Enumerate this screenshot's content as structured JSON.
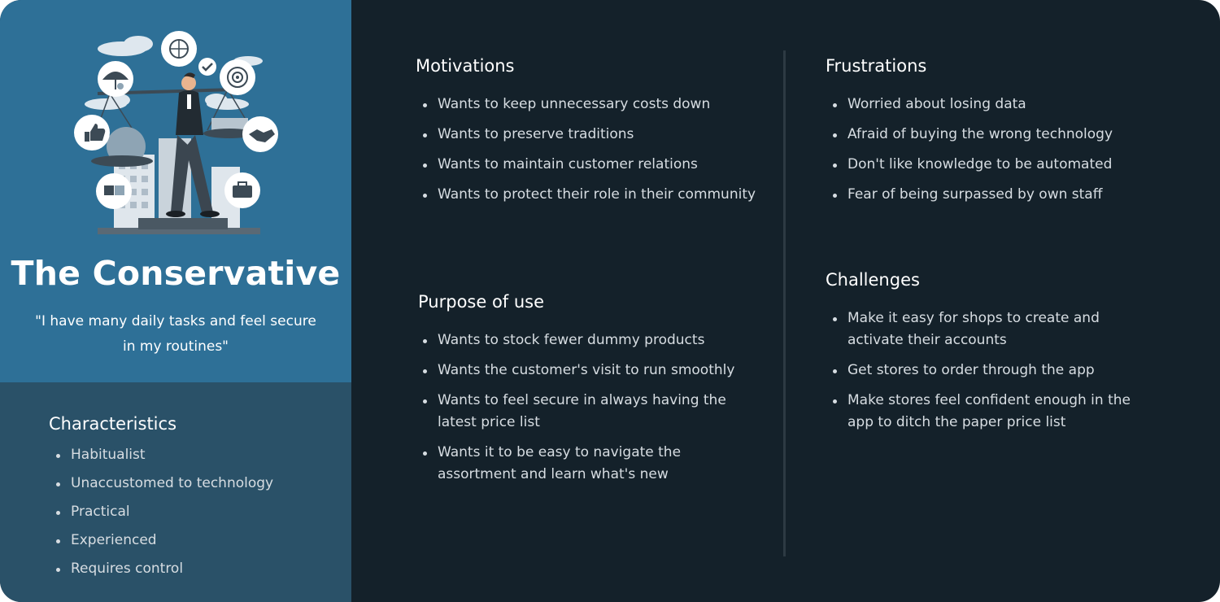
{
  "persona": {
    "title": "The Conservative",
    "quote": "\"I have many daily tasks and feel secure in my routines\""
  },
  "characteristics": {
    "heading": "Characteristics",
    "items": [
      "Habitualist",
      "Unaccustomed to technology",
      "Practical",
      "Experienced",
      "Requires control"
    ]
  },
  "motivations": {
    "heading": "Motivations",
    "items": [
      "Wants to keep unnecessary costs down",
      "Wants to preserve traditions",
      "Wants to maintain customer relations",
      "Wants to protect their role in their community"
    ]
  },
  "purpose": {
    "heading": "Purpose of use",
    "items": [
      "Wants to stock fewer dummy products",
      "Wants the customer's visit to run smoothly",
      "Wants to feel secure in always having the latest price list",
      "Wants it to be easy to navigate the assortment and learn what's new"
    ]
  },
  "frustrations": {
    "heading": "Frustrations",
    "items": [
      "Worried about losing data",
      "Afraid of buying the wrong technology",
      "Don't like knowledge to be automated",
      "Fear of being surpassed by own staff"
    ]
  },
  "challenges": {
    "heading": "Challenges",
    "items": [
      "Make it easy for shops to create and activate their accounts",
      "Get stores to order through the app",
      "Make stores feel confident enough in the app to ditch the paper price list"
    ]
  },
  "colors": {
    "panel_top": "#2e7097",
    "panel_bottom": "#2a5168",
    "background": "#14212a",
    "text": "#ffffff",
    "body_text": "#d7dde2"
  }
}
